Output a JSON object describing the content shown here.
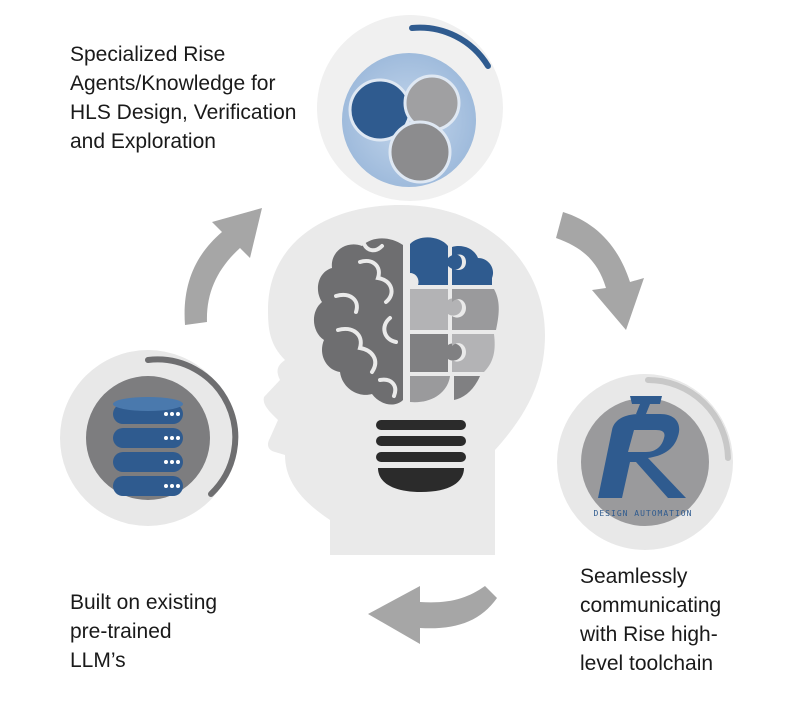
{
  "labels": {
    "top": [
      "Specialized Rise",
      "Agents/Knowledge for",
      "HLS Design, Verification",
      "and Exploration"
    ],
    "bottom_left": [
      "Built on existing",
      "pre-trained",
      "LLM’s"
    ],
    "bottom_right": [
      "Seamlessly",
      "communicating",
      "with Rise high-",
      "level toolchain"
    ]
  },
  "logo": {
    "caption": "DESIGN AUTOMATION"
  },
  "icons": {
    "top": "overlapping-circles-icon",
    "left": "database-icon",
    "right": "rise-logo-icon",
    "center": "head-brain-lightbulb-icon"
  },
  "colors": {
    "accent_blue": "#2f5b8f",
    "gray_dark": "#6e6e70",
    "gray_mid": "#9a9a9c",
    "gray_light": "#d9d9d9",
    "arrow_gray": "#a6a6a6",
    "circle_bg": "#e8e8e8"
  }
}
